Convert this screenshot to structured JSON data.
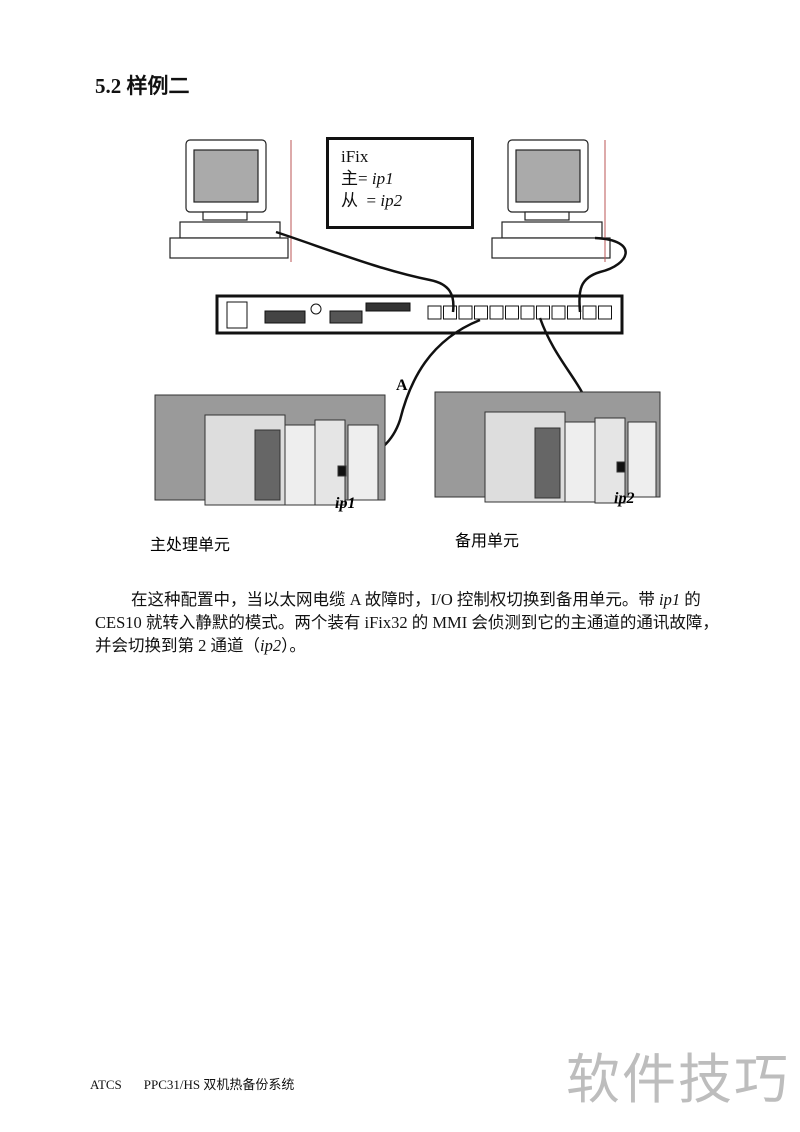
{
  "section_title": "5.2 样例二",
  "diagram": {
    "config_box": {
      "line1": "iFix",
      "line2_prefix": "主= ",
      "line2_value": "ip1",
      "line3_prefix": "从  = ",
      "line3_value": "ip2"
    },
    "cable_label": "A",
    "left_plc_ip": "ip1",
    "right_plc_ip": "ip2",
    "left_unit_caption": "主处理单元",
    "right_unit_caption": "备用单元"
  },
  "paragraph": {
    "part1": "在这种配置中，当以太网电缆 A 故障时，I/O 控制权切换到备用单元。带 ",
    "ip1": "ip1",
    "part2": " 的 CES10 就转入静默的模式。两个装有 iFix32 的 MMI 会侦测到它的主通道的通讯故障，并会切换到第 2 通道（",
    "ip2": "ip2",
    "part3": "）。"
  },
  "footer": {
    "left": "ATCS",
    "right": "PPC31/HS 双机热备份系统"
  },
  "watermark": "软件技巧"
}
